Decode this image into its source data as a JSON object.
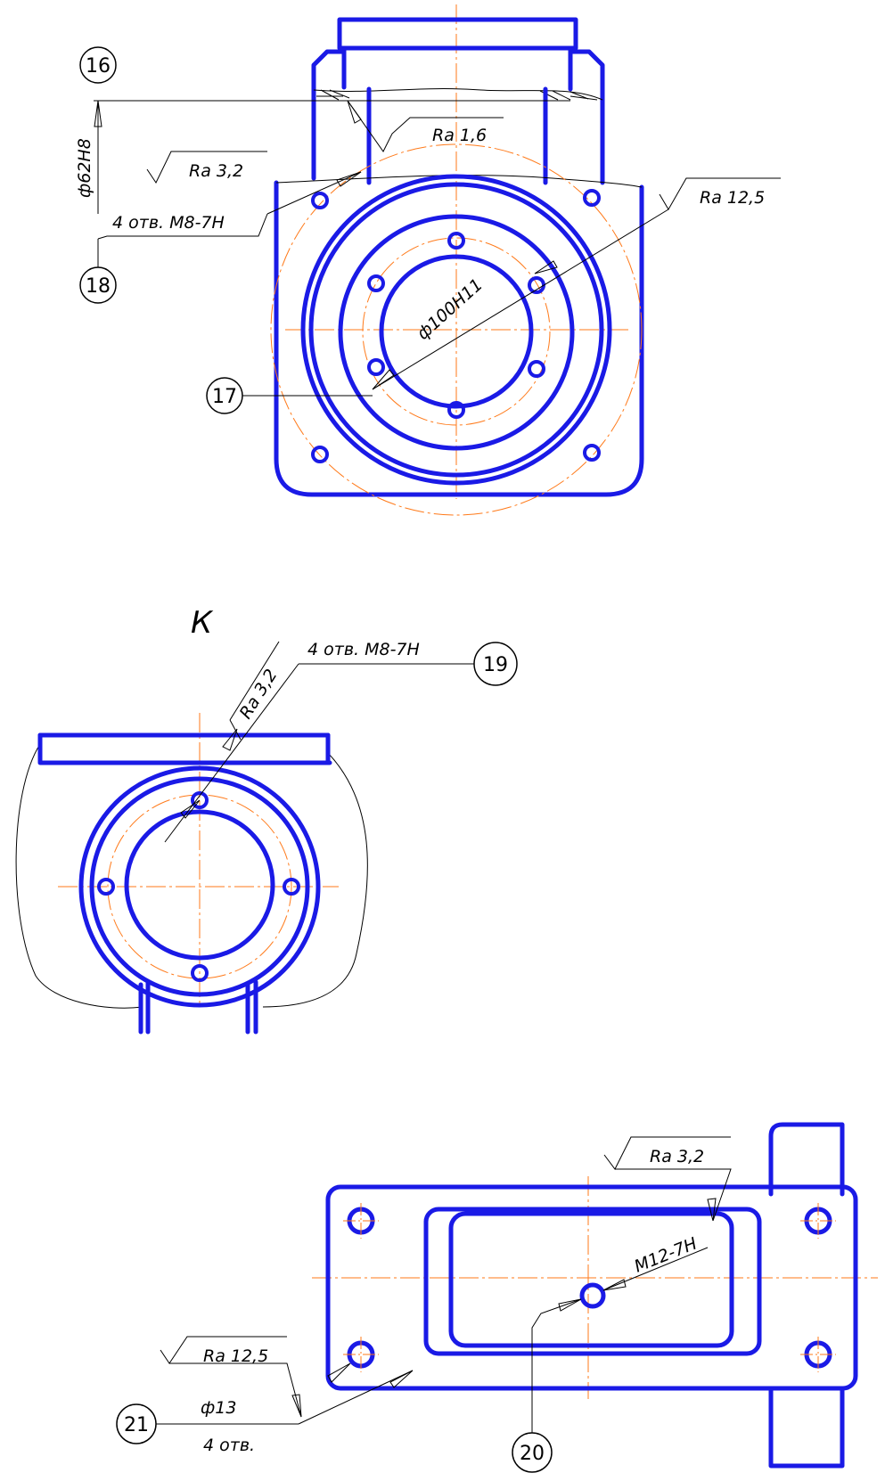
{
  "view1": {
    "balloon_16": "16",
    "balloon_17": "17",
    "balloon_18": "18",
    "dim_bore_62": "ф62Н8",
    "dim_bore_100": "ф100Н11",
    "rough_bore": "Ra 1,6",
    "rough_thread_holes": "Ra 3,2",
    "rough_face": "Ra 12,5",
    "thread_holes": "4 отв. М8-7Н"
  },
  "view2": {
    "view_label": "К",
    "balloon_19": "19",
    "thread_holes": "4 отв. М8-7Н",
    "rough_thread_holes": "Ra 3,2"
  },
  "view3": {
    "balloon_20": "20",
    "balloon_21": "21",
    "rough_center_hole": "Ra 3,2",
    "center_thread": "М12-7Н",
    "rough_mount_holes": "Ra 12,5",
    "mount_hole_dia": "ф13",
    "mount_hole_count": "4 отв."
  }
}
